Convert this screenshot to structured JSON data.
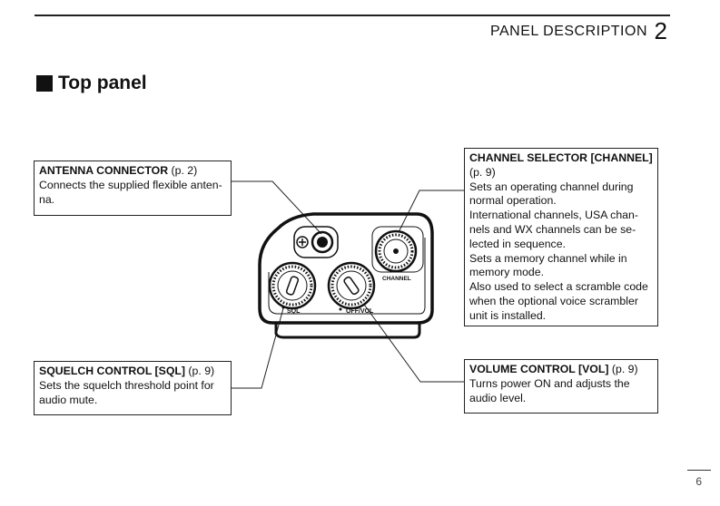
{
  "header": {
    "title": "PANEL DESCRIPTION",
    "chapter_number": "2"
  },
  "section": {
    "title": "Top panel"
  },
  "callouts": {
    "antenna": {
      "title": "ANTENNA CONNECTOR",
      "page": "(p. 2)",
      "lines": [
        "Connects the supplied flexible anten-",
        "na."
      ]
    },
    "squelch": {
      "title": "SQUELCH CONTROL [SQL]",
      "page": "(p. 9)",
      "lines": [
        "Sets the squelch threshold point for",
        "audio mute."
      ]
    },
    "channel": {
      "title": "CHANNEL SELECTOR [CHANNEL]",
      "page": "(p. 9)",
      "lines": [
        "Sets an operating channel during",
        "normal operation.",
        "International channels, USA chan-",
        "nels and WX channels can be se-",
        "lected in sequence.",
        "Sets a memory channel while in",
        "memory mode.",
        "Also used to select a scramble code",
        "when the optional voice scrambler",
        "unit is installed."
      ]
    },
    "volume": {
      "title": "VOLUME CONTROL [VOL]",
      "page": "(p. 9)",
      "lines": [
        "Turns power ON and adjusts the",
        "audio level."
      ]
    }
  },
  "panel_labels": {
    "sql": "SQL",
    "off_vol": "OFF/VOL",
    "channel": "CHANNEL"
  },
  "footer": {
    "page_number": "6"
  }
}
